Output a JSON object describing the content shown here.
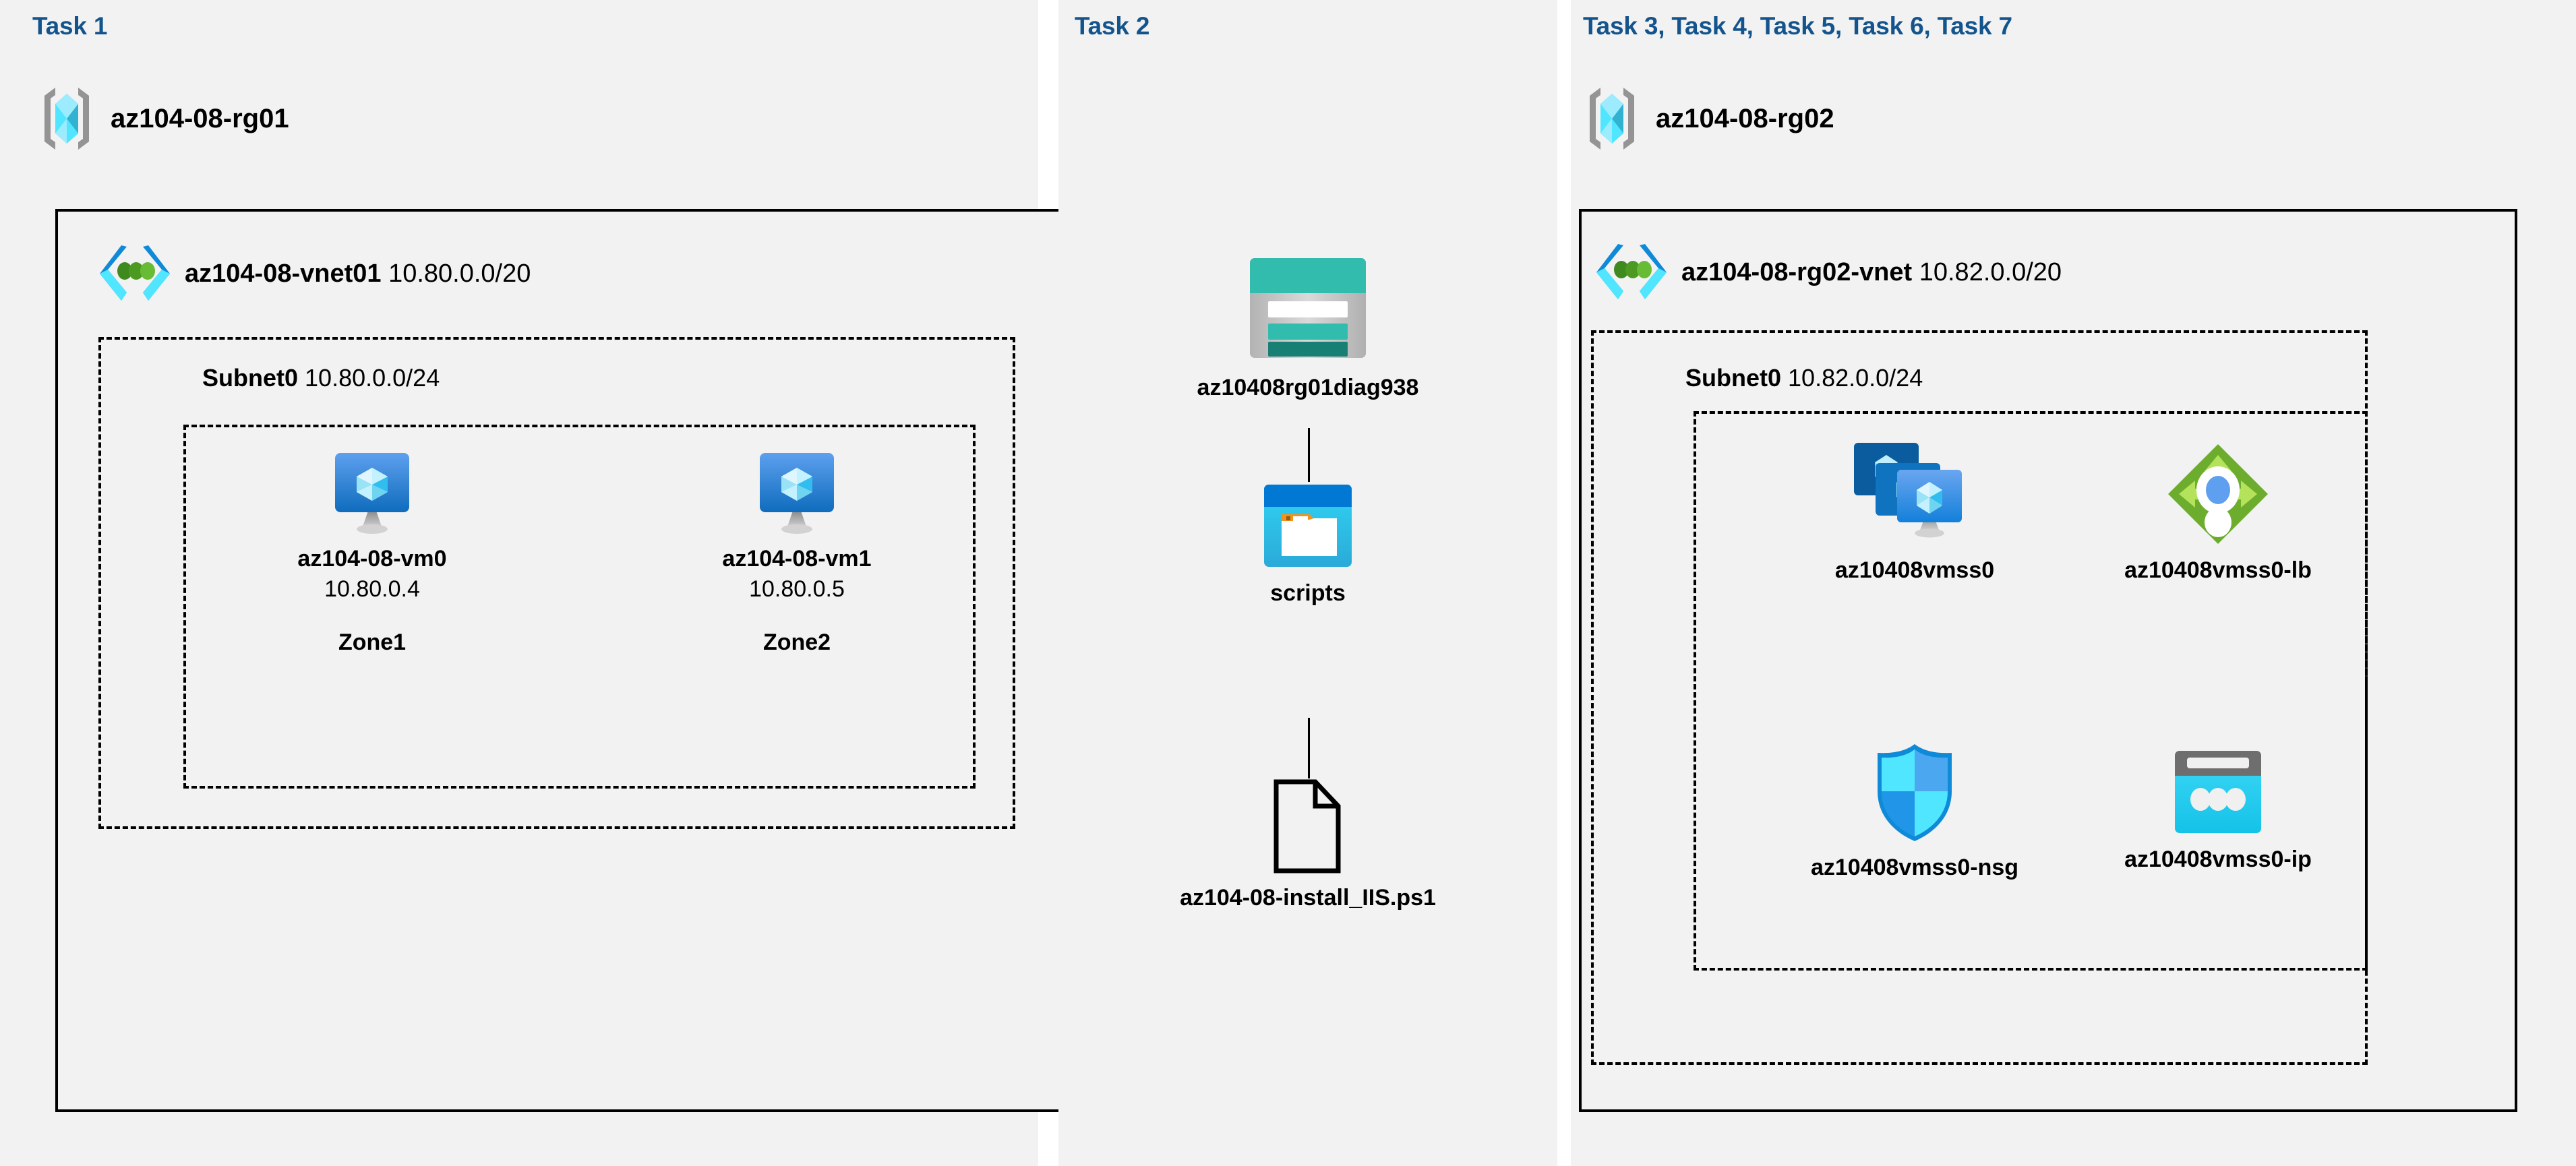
{
  "columns": [
    {
      "task_label": "Task 1"
    },
    {
      "task_label": "Task 2"
    },
    {
      "task_label": "Task 3, Task 4, Task 5, Task 6, Task 7"
    }
  ],
  "col1": {
    "resource_group": {
      "name": "az104-08-rg01",
      "icon": "resource-group-icon"
    },
    "vnet": {
      "name": "az104-08-vnet01",
      "cidr": "10.80.0.0/20",
      "icon": "virtual-network-icon"
    },
    "subnet": {
      "name": "Subnet0",
      "cidr": "10.80.0.0/24"
    },
    "vms": [
      {
        "icon": "virtual-machine-icon",
        "name": "az104-08-vm0",
        "ip": "10.80.0.4",
        "zone": "Zone1"
      },
      {
        "icon": "virtual-machine-icon",
        "name": "az104-08-vm1",
        "ip": "10.80.0.5",
        "zone": "Zone2"
      }
    ]
  },
  "col2": {
    "storage_account": {
      "icon": "storage-account-icon",
      "name": "az10408rg01diag938"
    },
    "container": {
      "icon": "blob-container-icon",
      "name": "scripts"
    },
    "file": {
      "icon": "file-document-icon",
      "name": "az104-08-install_IIS.ps1"
    }
  },
  "col3": {
    "resource_group": {
      "name": "az104-08-rg02",
      "icon": "resource-group-icon"
    },
    "vnet": {
      "name": "az104-08-rg02-vnet",
      "cidr": "10.82.0.0/20",
      "icon": "virtual-network-icon"
    },
    "subnet": {
      "name": "Subnet0",
      "cidr": "10.82.0.0/24"
    },
    "resources": [
      {
        "icon": "vm-scale-set-icon",
        "name": "az10408vmss0"
      },
      {
        "icon": "load-balancer-icon",
        "name": "az10408vmss0-lb"
      },
      {
        "icon": "network-security-group-icon",
        "name": "az10408vmss0-nsg"
      },
      {
        "icon": "public-ip-address-icon",
        "name": "az10408vmss0-ip"
      }
    ]
  },
  "colors": {
    "task_label": "#14548d",
    "panel_bg": "#f2f2f2",
    "border": "#000000",
    "azure_blue": "#0078d4",
    "cube_cyan": "#50e6ff",
    "storage_teal": "#32bcad",
    "lb_green": "#6cad2e",
    "nsg_blue": "#32bdf0"
  }
}
